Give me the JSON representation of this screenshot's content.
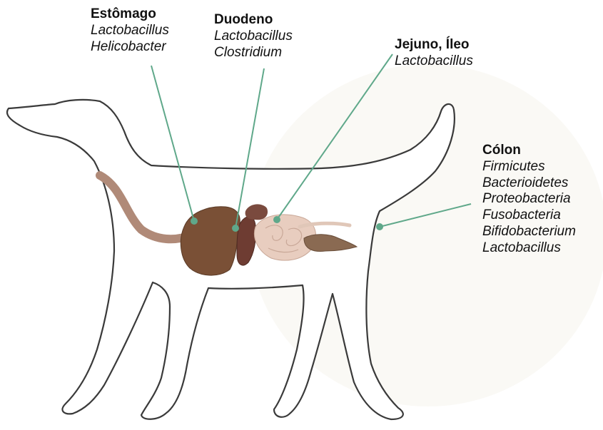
{
  "colors": {
    "leader_line": "#5fa88a",
    "outline": "#3a3a3a",
    "esophagus": "#b08a78",
    "stomach": "#7a5036",
    "duodenum": "#6e3c32",
    "intestine": "#e8cdbf",
    "colon": "#8a6a52"
  },
  "regions": {
    "stomach": {
      "name": "Estômago",
      "bacteria": [
        "Lactobacillus",
        "Helicobacter"
      ]
    },
    "duodenum": {
      "name": "Duodeno",
      "bacteria": [
        "Lactobacillus",
        "Clostridium"
      ]
    },
    "jejunum_ileum": {
      "name": "Jejuno, Íleo",
      "bacteria": [
        "Lactobacillus"
      ]
    },
    "colon": {
      "name": "Cólon",
      "bacteria": [
        "Firmicutes",
        "Bacterioidetes",
        "Proteobacteria",
        "Fusobacteria",
        "Bifidobacterium",
        "Lactobacillus"
      ]
    }
  }
}
